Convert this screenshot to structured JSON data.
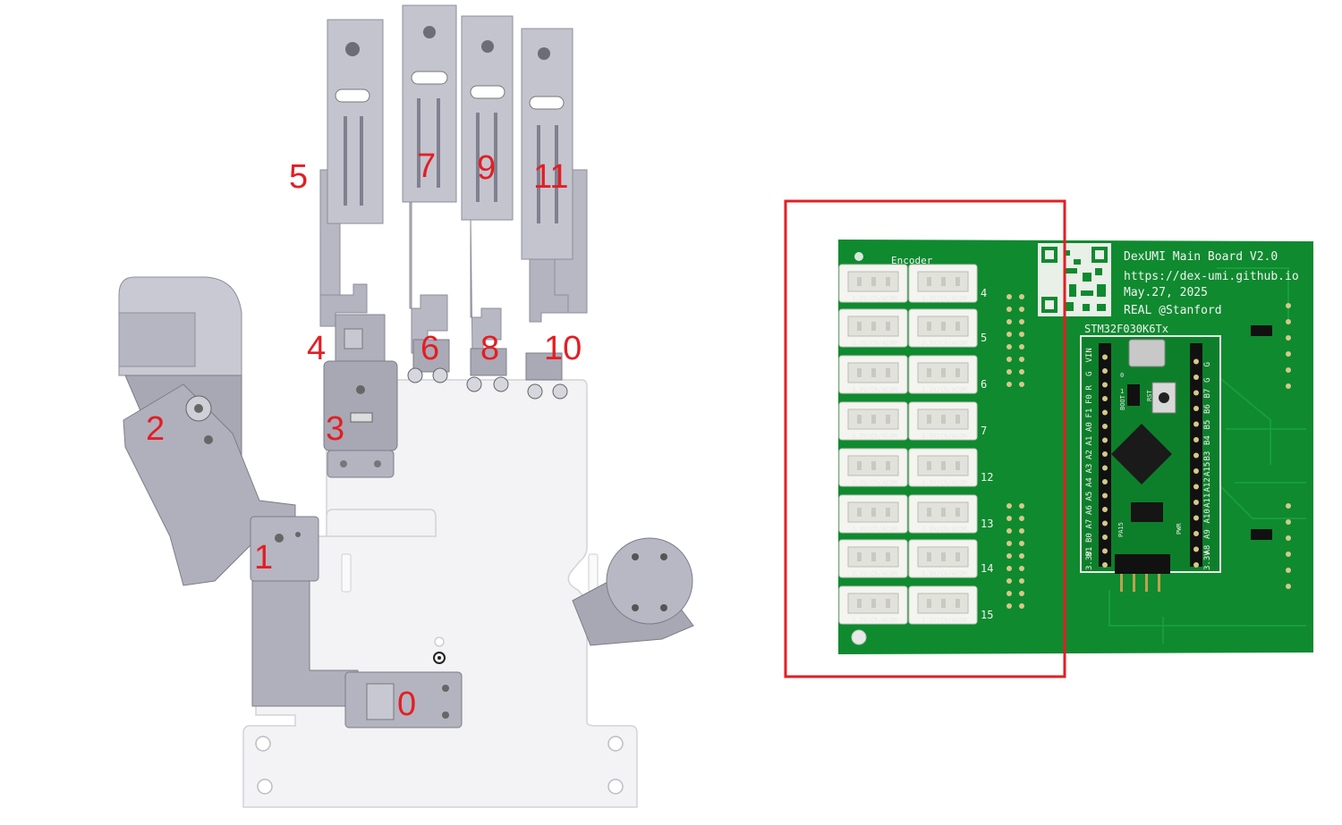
{
  "hand": {
    "joint_labels": [
      "0",
      "1",
      "2",
      "3",
      "4",
      "5",
      "6",
      "7",
      "8",
      "9",
      "10",
      "11"
    ]
  },
  "board": {
    "title": "DexUMI Main Board V2.0",
    "url": "https://dex-umi.github.io",
    "date": "May.27, 2025",
    "lab": "REAL @Stanford",
    "mcu_label": "STM32F030K6Tx",
    "encoder_header": "Encoder",
    "connector_text": "3.3V/Ch/ACOM",
    "channel_numbers": [
      "4",
      "5",
      "6",
      "7",
      "12",
      "13",
      "14",
      "15"
    ],
    "pin_labels_left": [
      "3.3V",
      "B1",
      "B0",
      "A7",
      "A6",
      "A5",
      "A4",
      "A3",
      "A2",
      "A1",
      "A0",
      "F1",
      "F0",
      "R",
      "G",
      "VIN"
    ],
    "pin_labels_right": [
      "3.3V",
      "A8",
      "A9",
      "A10",
      "A11",
      "A12",
      "A15",
      "B3",
      "B4",
      "B5",
      "B6",
      "B7",
      "G",
      "G"
    ],
    "small_labels": {
      "boot": "BOOT",
      "rst": "RST",
      "pa15": "PA15",
      "pwr": "PWR",
      "zero": "0",
      "one": "1"
    }
  },
  "colors": {
    "label_red": "#e31e24",
    "pcb_green": "#0f8a2f",
    "highlight_box": "#e31e24",
    "part_gray": "#b4b4c0",
    "plate_fill": "#f3f3f5"
  }
}
